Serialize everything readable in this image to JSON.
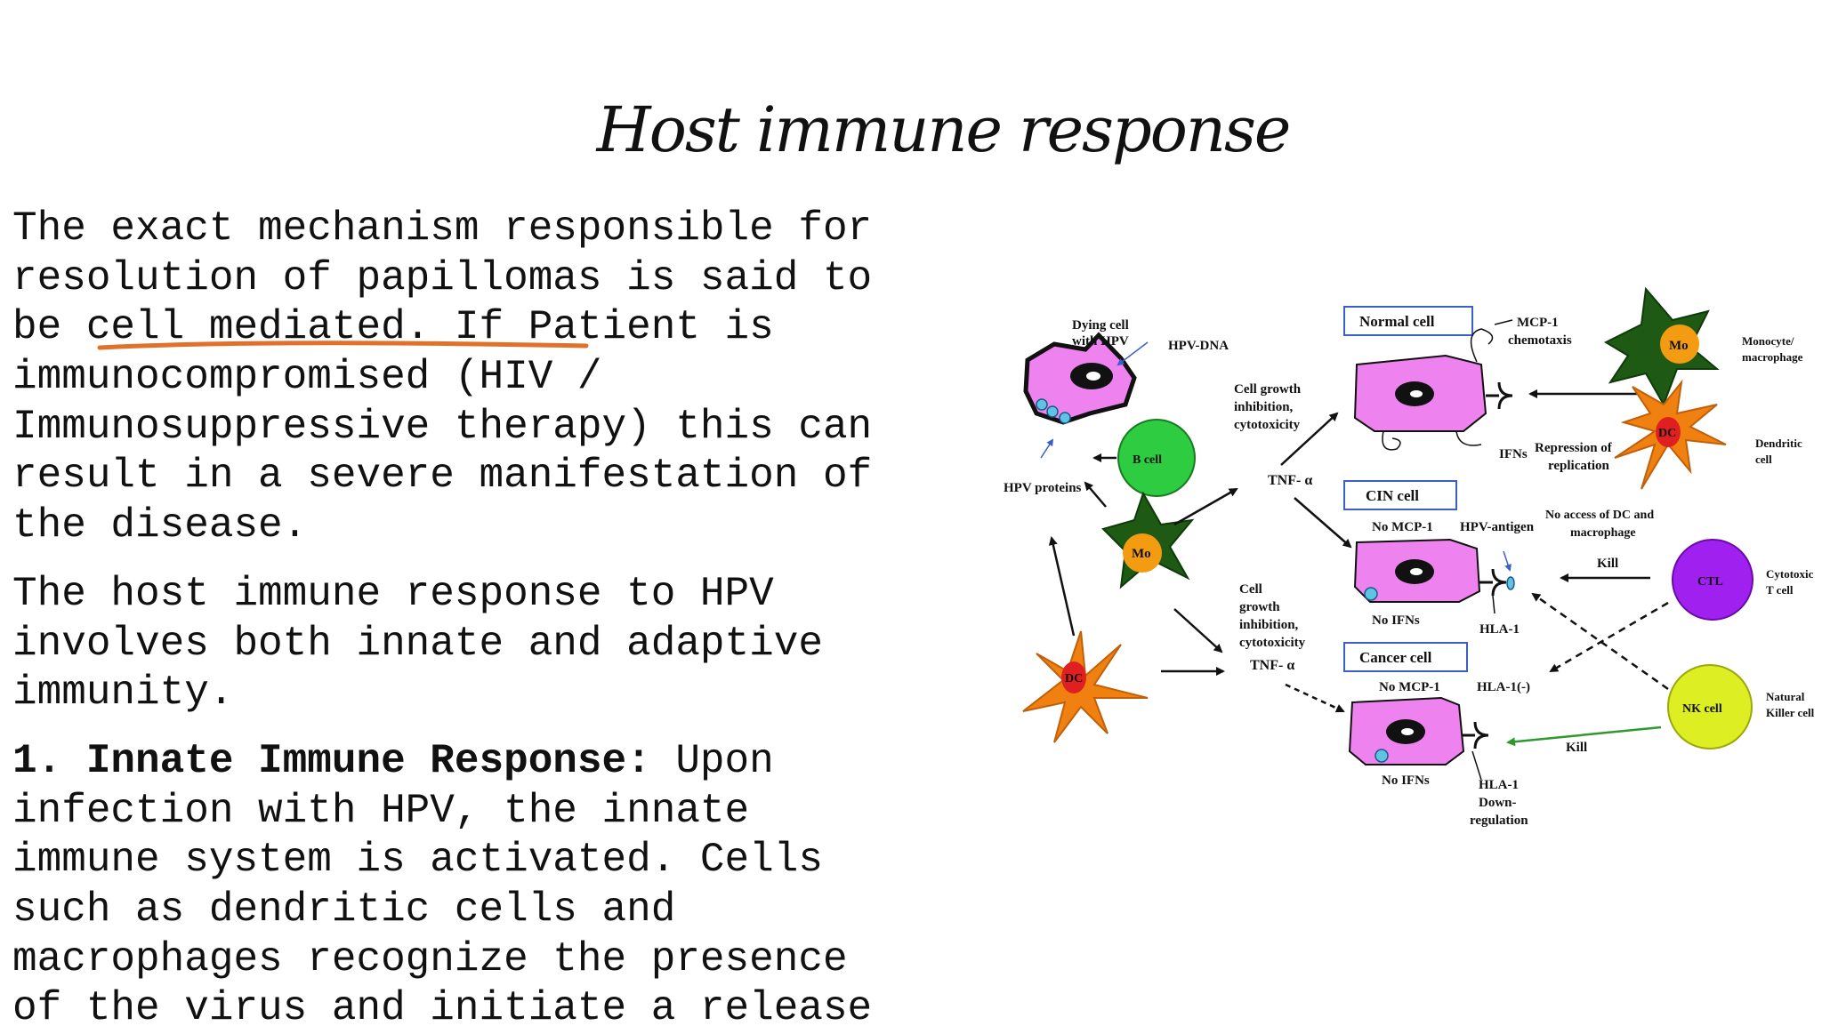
{
  "slide": {
    "title": "Host immune response",
    "paragraph1": [
      "The exact mechanism responsible for",
      "resolution of papillomas is said to",
      "be cell mediated. If Patient is",
      "immunocompromised (HIV /",
      "Immunosuppressive therapy) this can",
      "result in a severe manifestation of",
      "the disease."
    ],
    "paragraph2": [
      "The host immune response to HPV",
      "involves both innate and adaptive",
      "immunity."
    ],
    "paragraph3": {
      "heading": "1. Innate Immune Response:",
      "first_line_rest": " Upon",
      "lines": [
        "infection with HPV, the innate",
        "immune system is activated. Cells",
        "such as dendritic cells and",
        "macrophages recognize the presence",
        "of the virus and initiate a release"
      ]
    },
    "annotation_color": "#e0702a"
  },
  "diagram": {
    "labels": {
      "dying_cell": [
        "Dying cell",
        "with HPV"
      ],
      "hpv_dna": "HPV-DNA",
      "hpv_proteins": "HPV proteins",
      "b_cell": "B    cell",
      "mo": "Mo",
      "dc": "DC",
      "cell_growth_top": [
        "Cell growth",
        "inhibition,",
        "cytotoxicity"
      ],
      "tnf_top": "TNF- α",
      "cell_growth_bottom": [
        "Cell",
        "growth",
        "inhibition,",
        "cytotoxicity"
      ],
      "tnf_bottom": "TNF- α",
      "normal_cell": "Normal cell",
      "mcp1_chemotaxis": [
        "MCP-1",
        "chemotaxis"
      ],
      "ifns": "IFNs",
      "repression": [
        "Repression of",
        "replication"
      ],
      "monocyte": [
        "Monocyte/",
        "macrophage"
      ],
      "dendritic": [
        "Dendritic",
        "cell"
      ],
      "cin_cell": "CIN cell",
      "no_mcp1_a": "No MCP-1",
      "hpv_antigen": "HPV-antigen",
      "no_access": [
        "No access of DC and",
        "macrophage"
      ],
      "kill_top": "Kill",
      "ctl": "CTL",
      "cytotoxic": [
        "Cytotoxic",
        "T cell"
      ],
      "no_ifns_a": "No IFNs",
      "hla1": "HLA-1",
      "cancer_cell": "Cancer cell",
      "no_mcp1_b": "No MCP-1",
      "hla1_minus": "HLA-1(-)",
      "nk": "NK    cell",
      "natural_killer": [
        "Natural",
        "Killer cell"
      ],
      "kill_bottom": "Kill",
      "no_ifns_b": "No IFNs",
      "hla_down": [
        "HLA-1",
        "Down-",
        "regulation"
      ]
    },
    "colors": {
      "cell_pink": "#ee82ee",
      "nucleus": "#000000",
      "b_cell_green": "#2ecc40",
      "macrophage_dark_green": "#1e5a14",
      "mo_orange": "#f39c12",
      "dc_orange": "#f08010",
      "dc_red": "#e02020",
      "ctl_purple": "#a020f0",
      "nk_yellow": "#ddee22",
      "kill_arrow_green": "#2e9a2e",
      "hpv_blue": "#5fc3e4"
    }
  }
}
